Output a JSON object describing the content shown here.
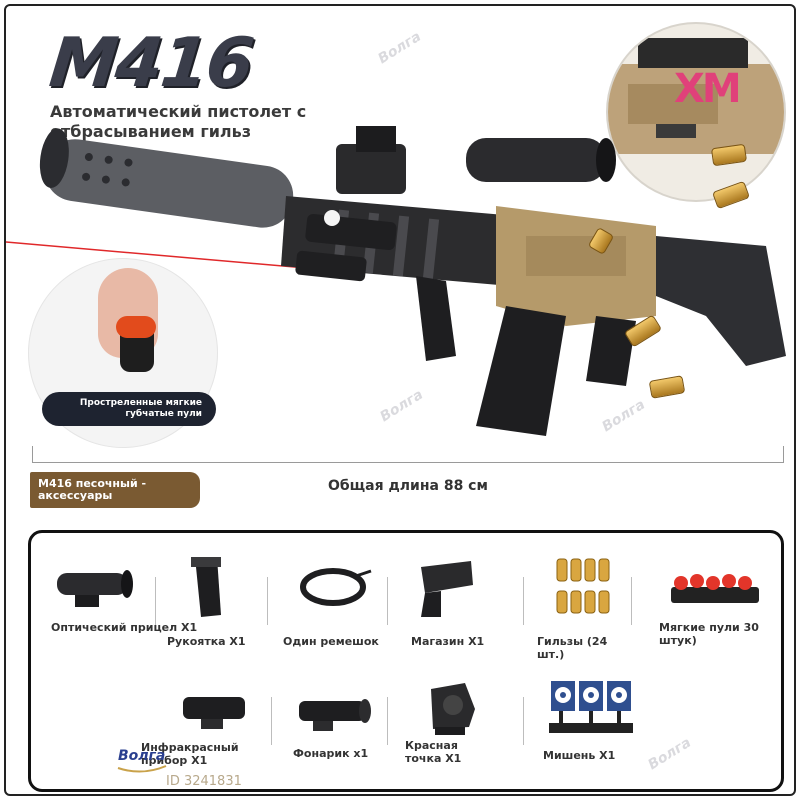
{
  "header": {
    "title": "M416",
    "subtitle": "Автоматический пистолет с отбрасыванием гильз"
  },
  "inset": {
    "label": "Простреленные мягкие губчатые пули"
  },
  "brand": {
    "logo_text": "XM"
  },
  "length": {
    "label": "Общая длина 88 см"
  },
  "variant": {
    "label": "M416 песочный - аксессуары"
  },
  "accessories": [
    {
      "label": "Оптический прицел X1",
      "icon": "scope-icon"
    },
    {
      "label": "Рукоятка X1",
      "icon": "grip-icon"
    },
    {
      "label": "Один ремешок",
      "icon": "strap-icon"
    },
    {
      "label": "Магазин X1",
      "icon": "magazine-icon"
    },
    {
      "label": "Гильзы (24 шт.)",
      "icon": "shells-icon"
    },
    {
      "label": "Мягкие пули 30 штук)",
      "icon": "soft-bullets-icon"
    },
    {
      "label": "Инфракрасный прибор X1",
      "icon": "infrared-icon"
    },
    {
      "label": "Фонарик x1",
      "icon": "flashlight-icon"
    },
    {
      "label": "Красная точка X1",
      "icon": "red-dot-icon"
    },
    {
      "label": "Мишень X1",
      "icon": "target-icon"
    }
  ],
  "watermarks": {
    "brand": "Волга",
    "id_text": "ID 3241831"
  },
  "colors": {
    "title": "#3a3d4a",
    "sand": "#b59a6a",
    "badge": "#7a5a32",
    "laser": "#e0282a",
    "shell": "#d9a640",
    "label_bg": "#1e2330"
  }
}
